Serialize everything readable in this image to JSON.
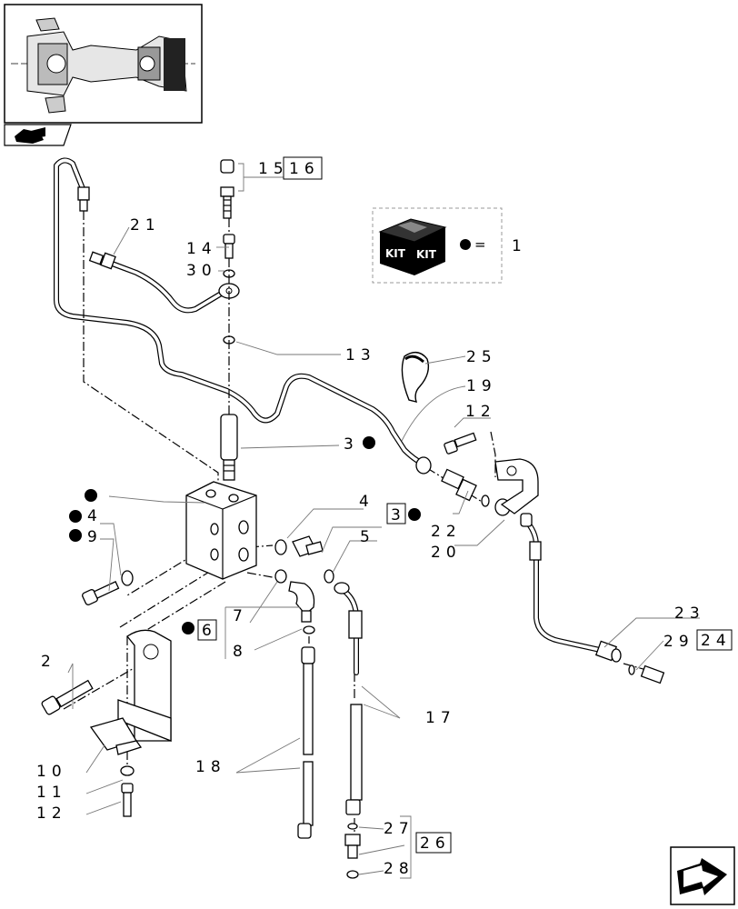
{
  "kit_legend": {
    "kit_label_left": "KIT",
    "kit_label_right": "KIT",
    "equals": "=",
    "number": "1"
  },
  "callouts": {
    "c15": "15",
    "c16": "16",
    "c14": "14",
    "c30": "30",
    "c21": "21",
    "c13": "13",
    "c25": "25",
    "c19": "19",
    "c12_top": "12",
    "c3_top": "3",
    "c4_right": "4",
    "c3_box": "3",
    "c5": "5",
    "c22": "22",
    "c20": "20",
    "c4_left": "4",
    "c9": "9",
    "c7": "7",
    "c6": "6",
    "c8": "8",
    "c23": "23",
    "c29": "29",
    "c24": "24",
    "c2": "2",
    "c17": "17",
    "c18": "18",
    "c10": "10",
    "c11": "11",
    "c12_bottom": "12",
    "c27": "27",
    "c26": "26",
    "c28": "28"
  },
  "icons": {
    "thumbnail": "axle-assembly-thumbnail",
    "book": "book-icon",
    "nav": "next-page-arrow-icon",
    "kit": "kit-box-icon"
  }
}
